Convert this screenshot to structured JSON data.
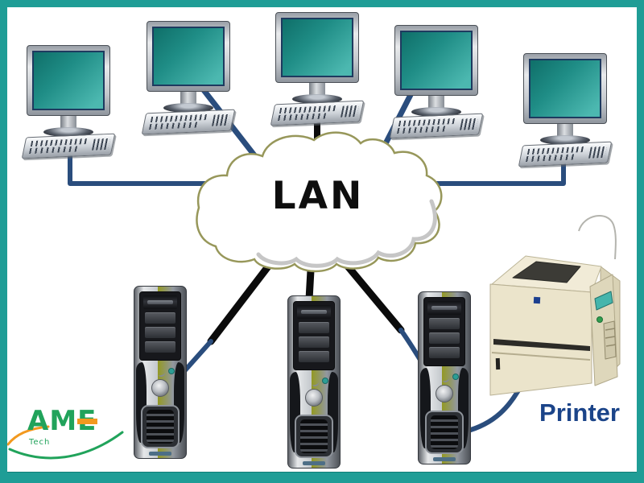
{
  "frame": {
    "border_color": "#1f9d96"
  },
  "cloud": {
    "label": "LAN",
    "outline_color": "#97975a",
    "shadow_color": "#c6c6c6",
    "fill": "#ffffff"
  },
  "cables": {
    "lan_cable_color": "#2a4d7d",
    "trunk_cable_color": "#0b0b0b"
  },
  "devices": {
    "workstation_count": 5,
    "server_count": 3,
    "screen_color": "#2d9a93",
    "tower_color": "#9298a0"
  },
  "printer": {
    "label": "Printer",
    "label_color": "#1b4489",
    "body_color": "#ebe4cb",
    "lcd_color": "#45b5ac"
  },
  "logo": {
    "text": "AME",
    "sub": "Tech",
    "green": "#21a35b",
    "orange": "#f2991f"
  }
}
